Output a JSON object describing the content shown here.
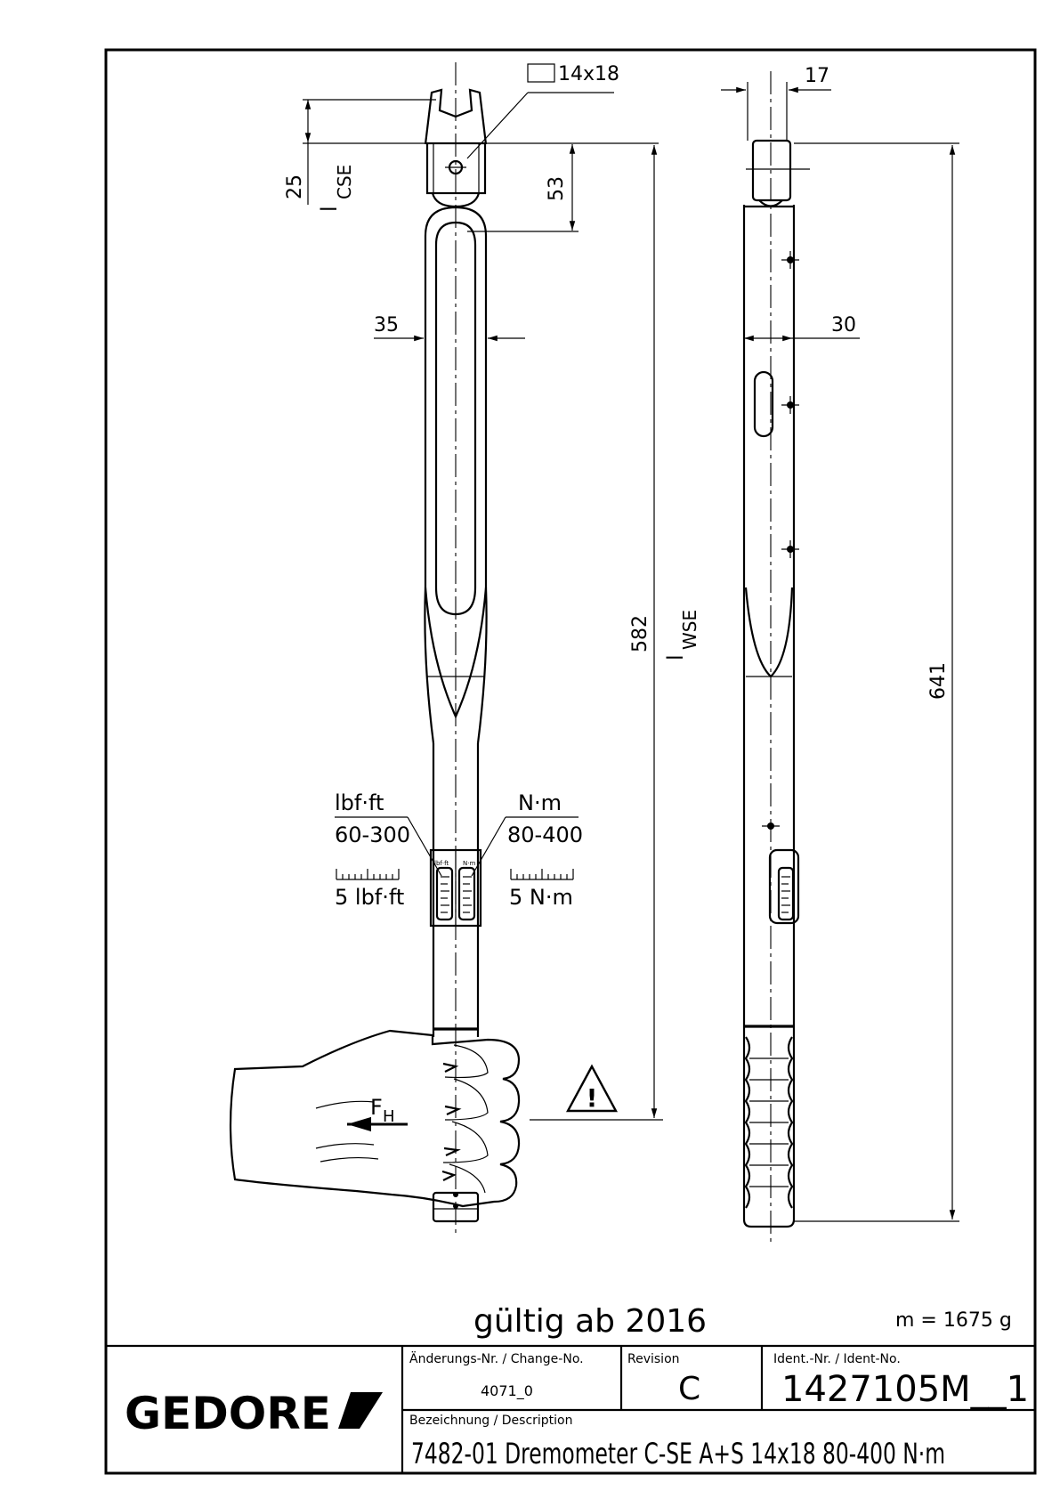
{
  "dimensions": {
    "square_drive": "14x18",
    "width_side": "17",
    "head_25": "25",
    "l_cse": "l",
    "l_cse_sub": "CSE",
    "head_53": "53",
    "width_35": "35",
    "width_30": "30",
    "length_582": "582",
    "l_wse": "l",
    "l_wse_sub": "WSE",
    "length_641": "641"
  },
  "scales": {
    "left_unit": "lbf·ft",
    "left_range": "60-300",
    "left_division": "5 lbf·ft",
    "right_unit": "N·m",
    "right_range": "80-400",
    "right_division": "5 N·m",
    "window_left_mini": "lbf·ft",
    "window_right_mini": "N·m"
  },
  "force": {
    "label": "F",
    "sub": "H"
  },
  "warning": {
    "symbol": "!"
  },
  "valid_from": "gültig ab 2016",
  "mass": "m = 1675 g",
  "title_block": {
    "logo": "GEDORE",
    "change_title": "Änderungs-Nr. / Change-No.",
    "change_no": "4071_0",
    "revision_title": "Revision",
    "revision": "C",
    "ident_title": "Ident.-Nr. / Ident-No.",
    "ident_no": "1427105M__1",
    "description_title": "Bezeichnung / Description",
    "description": "7482-01 Dremometer C-SE A+S 14x18 80-400 N·m"
  }
}
